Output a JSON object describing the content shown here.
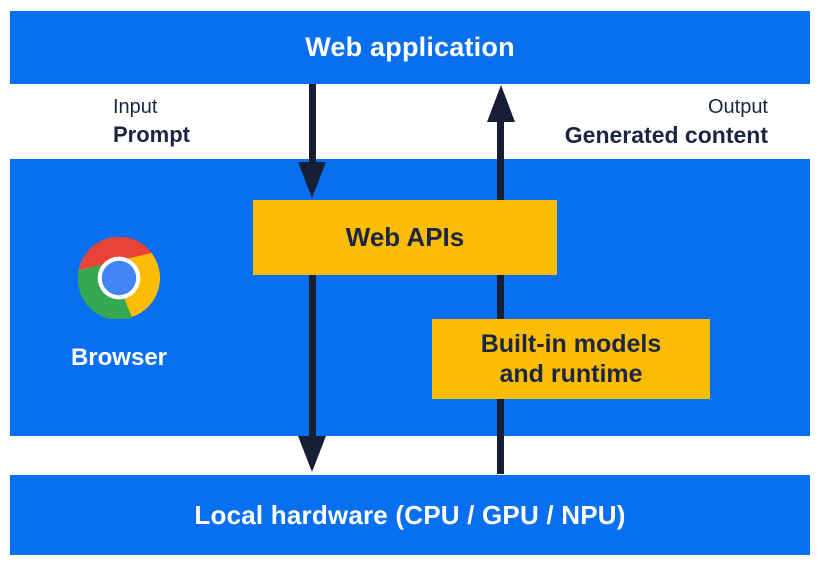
{
  "colors": {
    "blue": "#0870F0",
    "panel_yellow": "#FBBC04",
    "navy_text": "#1C2642",
    "arrow": "#161F36",
    "chrome_red": "#EA4335",
    "chrome_yellow": "#FBBC04",
    "chrome_green": "#34A853",
    "chrome_blue": "#4285F4"
  },
  "top_bar": {
    "label": "Web application"
  },
  "io_labels": {
    "input_caption": "Input",
    "input_value": "Prompt",
    "output_caption": "Output",
    "output_value": "Generated content"
  },
  "browser_panel": {
    "label": "Browser",
    "web_apis_box": "Web APIs",
    "builtin_box": "Built-in models and runtime"
  },
  "bottom_bar": {
    "label": "Local hardware (CPU / GPU / NPU)"
  },
  "icons": {
    "browser": "chrome-logo",
    "flow_down": "arrow-down",
    "flow_up": "arrow-up"
  }
}
